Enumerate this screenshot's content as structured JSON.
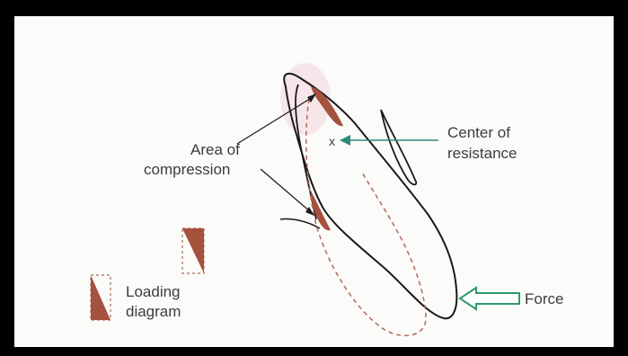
{
  "labels": {
    "area_of_compression_line1": "Area of",
    "area_of_compression_line2": "compression",
    "center_of_resistance_line1": "Center of",
    "center_of_resistance_line2": "resistance",
    "center_marker": "x",
    "loading_diagram_line1": "Loading",
    "loading_diagram_line2": "diagram",
    "force": "Force"
  },
  "colors": {
    "compression_fill": "#a4513e",
    "outline": "#1a1a1a",
    "dashed_root": "#b06a5a",
    "force_arrow": "#2f9a6a",
    "leader_arrow": "#2f8a7a",
    "background": "#fbfbf9",
    "border": "#000000"
  }
}
